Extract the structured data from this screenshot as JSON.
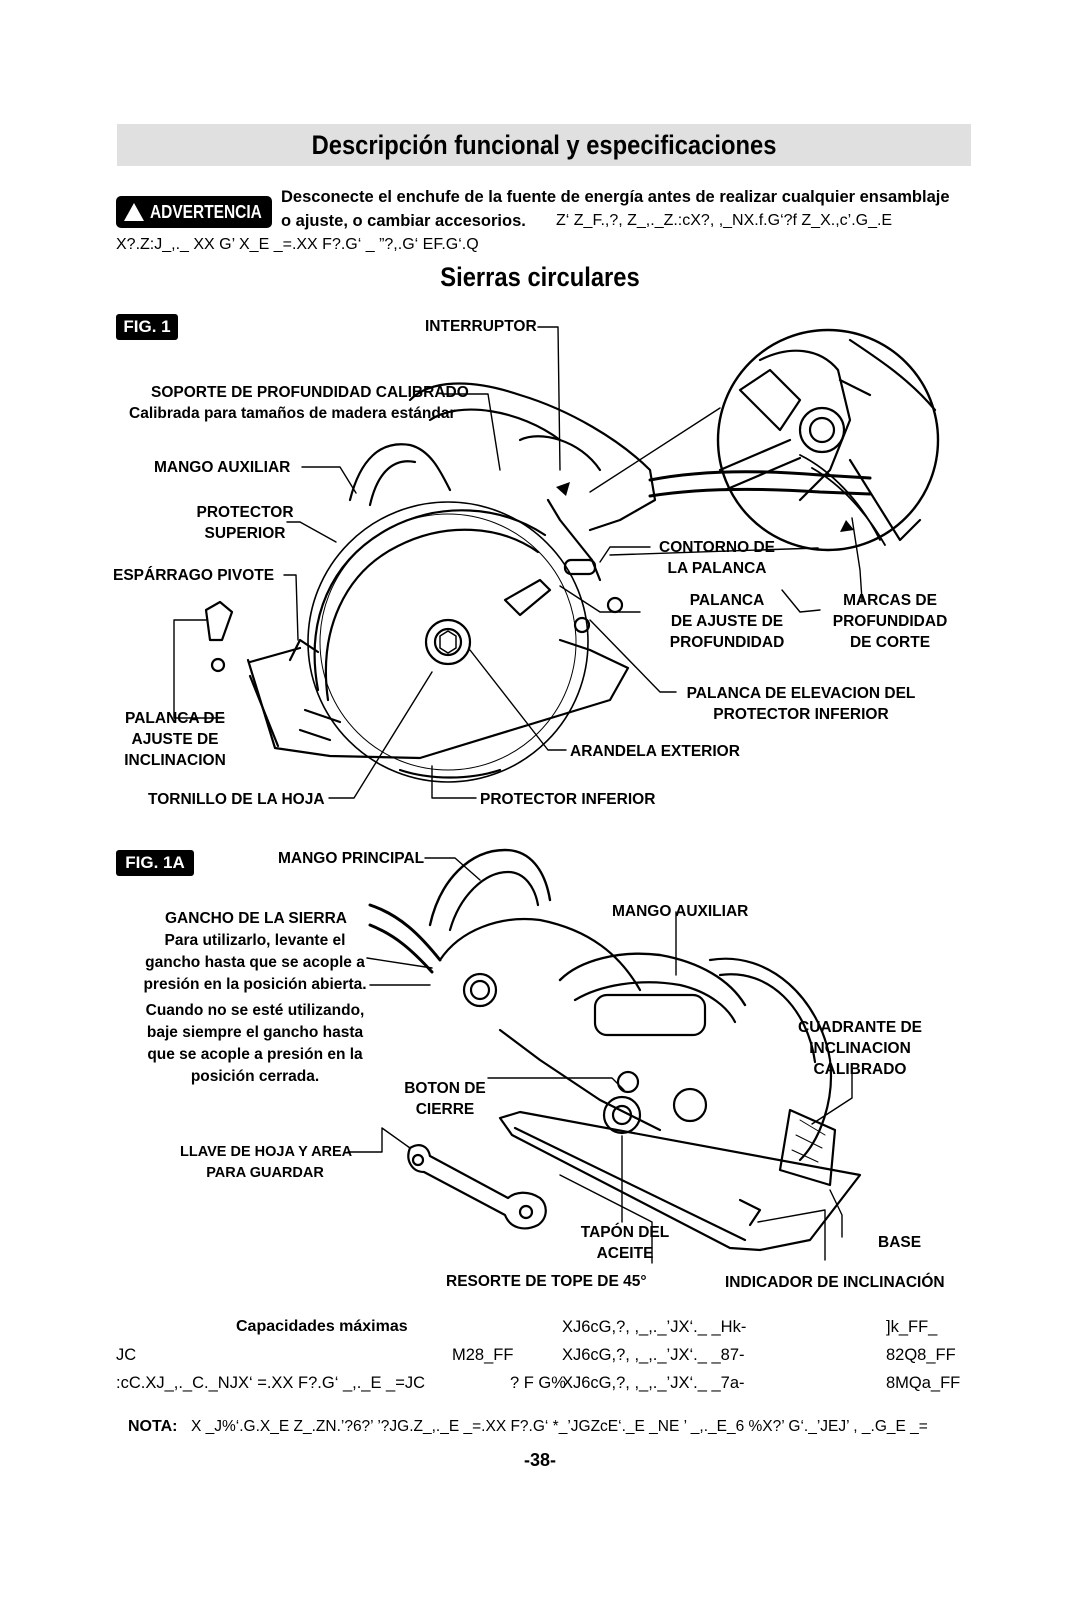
{
  "header": {
    "title": "Descripción funcional y especificaciones"
  },
  "warning": {
    "badge": "ADVERTENCIA",
    "line1": "Desconecte el enchufe de la fuente de energía antes de realizar cualquier ensamblaje",
    "line2_bold": "o ajuste, o cambiar accesorios.",
    "line2_rest": "Z‘ Z_F.,?, Z_,._Z.:cX?, ,_NX.f.G‘?f Z_X.,c’.G_.E",
    "line3": "X?.Z:J_,._ XX G’ X_E _=.XX F?.G‘ _ ”?,.G‘ EF.G‘.Q"
  },
  "section_title": "Sierras circulares",
  "fig1": {
    "tag": "FIG. 1",
    "labels": {
      "interruptor": "INTERRUPTOR",
      "soporte": "SOPORTE DE PROFUNDIDAD CALIBRADO",
      "soporte_sub": "Calibrada para tamaños de madera estándar",
      "mango_aux": "MANGO AUXILIAR",
      "protector_sup_1": "PROTECTOR",
      "protector_sup_2": "SUPERIOR",
      "esparrago": "ESPÁRRAGO PIVOTE",
      "contorno_1": "CONTORNO DE",
      "contorno_2": "LA PALANCA",
      "palanca_prof_1": "PALANCA",
      "palanca_prof_2": "DE AJUSTE DE",
      "palanca_prof_3": "PROFUNDIDAD",
      "marcas_1": "MARCAS DE",
      "marcas_2": "PROFUNDIDAD",
      "marcas_3": "DE CORTE",
      "elev_1": "PALANCA DE ELEVACION DEL",
      "elev_2": "PROTECTOR INFERIOR",
      "incl_1": "PALANCA DE",
      "incl_2": "AJUSTE DE",
      "incl_3": "INCLINACION",
      "arandela": "ARANDELA EXTERIOR",
      "tornillo": "TORNILLO DE LA HOJA",
      "prot_inf": "PROTECTOR INFERIOR"
    }
  },
  "fig1a": {
    "tag": "FIG. 1A",
    "labels": {
      "mango_principal": "MANGO PRINCIPAL",
      "mango_aux": "MANGO AUXILIAR",
      "gancho_title": "GANCHO DE LA SIERRA",
      "gancho_l1": "Para utilizarlo, levante el",
      "gancho_l2": "gancho hasta que se acople a",
      "gancho_l3": "presión en la posición abierta.",
      "gancho_l4": "Cuando no se esté utilizando,",
      "gancho_l5": "baje siempre el gancho hasta",
      "gancho_l6": "que se acople a presión en la",
      "gancho_l7": "posición cerrada.",
      "cuadrante_1": "CUADRANTE DE",
      "cuadrante_2": "INCLINACION",
      "cuadrante_3": "CALIBRADO",
      "boton_1": "BOTON DE",
      "boton_2": "CIERRE",
      "llave_1": "LLAVE DE HOJA Y AREA",
      "llave_2": "PARA GUARDAR",
      "tapon_1": "TAPÓN DEL",
      "tapon_2": "ACEITE",
      "base": "BASE",
      "resorte": "RESORTE DE TOPE DE 45°",
      "indicador": "INDICADOR DE INCLINACIÓN"
    }
  },
  "specs": {
    "heading": "Capacidades máximas",
    "rows": [
      {
        "c1": "",
        "c2": "",
        "c3": "XJ6cG,?, ,_,._’JX‘._ _Hk-",
        "c4": "]k_FF_"
      },
      {
        "c1": "JC",
        "c2": "M28_FF",
        "c3": "XJ6cG,?, ,_,._’JX‘._ _87-",
        "c4": "82Q8_FF"
      },
      {
        "c1": ":cC.XJ_,._C._NJX‘ =.XX F?.G‘ _,._E _=JC",
        "c2": "? F G%",
        "c3": "XJ6cG,?, ,_,._’JX‘._ _7a-",
        "c4": "8MQa_FF"
      }
    ]
  },
  "nota": {
    "label": "NOTA:",
    "text": "X _J%‘.G.X_E Z_.ZN.’?6?’ ’?JG.Z_,._E _=.XX F?.G‘ *_’JGZcE‘._E _NE ’ _,._E_6 %X?’ G‘._’JEJ’ , _.G_E _="
  },
  "page_number": "-38-"
}
